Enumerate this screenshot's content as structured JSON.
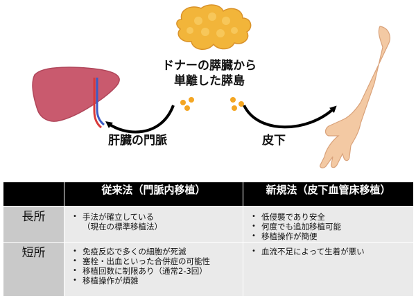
{
  "diagram": {
    "center_caption_line1": "ドナーの膵臓から",
    "center_caption_line2": "単離した膵島",
    "left_label": "肝臓の門脈",
    "right_label": "皮下"
  },
  "table": {
    "columns": [
      "従来法（門脈内移植）",
      "新規法（皮下血管床移植）"
    ],
    "rows": [
      {
        "header": "長所",
        "conventional": [
          {
            "text": "手法が確立している",
            "bullet": true
          },
          {
            "text": "（現在の標準移植法）",
            "bullet": false
          }
        ],
        "new": [
          {
            "text": "低侵襲であり安全",
            "bullet": true
          },
          {
            "text": "何度でも追加移植可能",
            "bullet": true
          },
          {
            "text": "移植操作が簡便",
            "bullet": true
          }
        ]
      },
      {
        "header": "短所",
        "conventional": [
          {
            "text": "免疫反応で多くの細胞が死滅",
            "bullet": true
          },
          {
            "text": "塞栓・出血といった合併症の可能性",
            "bullet": true
          },
          {
            "text": "移植回数に制限あり（通常2-3回）",
            "bullet": true
          },
          {
            "text": "移植操作が煩雑",
            "bullet": true
          }
        ],
        "new": [
          {
            "text": "血流不足によって生着が悪い",
            "bullet": true
          }
        ]
      }
    ]
  },
  "colors": {
    "header_bg": "#000000",
    "row_header_bg": "#c9c9c9",
    "cell_bg": "#eaeaea",
    "liver": "#c95a6e",
    "pancreas": "#f2b53a",
    "islet": "#f4a623",
    "arm": "#f3c9a3"
  }
}
